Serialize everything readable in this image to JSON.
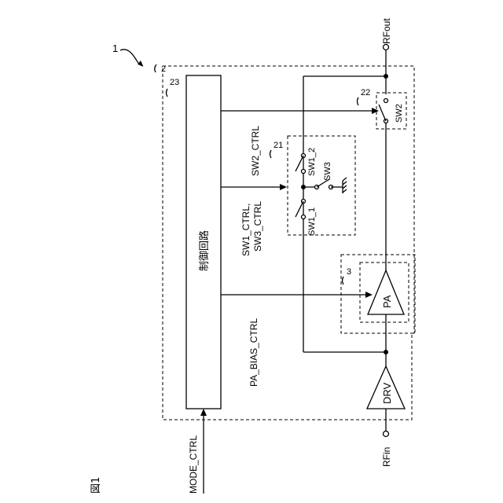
{
  "figure": {
    "number": "図1",
    "reference": "1"
  },
  "module": {
    "reference": "2"
  },
  "control_circuit": {
    "reference": "23",
    "label": "制御回路"
  },
  "switch_sw2": {
    "reference": "22",
    "label": "SW2"
  },
  "switch_group": {
    "reference": "21",
    "sw1_2": "SW1_2",
    "sw1_1": "SW1_1",
    "sw3": "SW3"
  },
  "power_amp": {
    "reference": "3",
    "label": "PA"
  },
  "driver_amp": {
    "label": "DRV"
  },
  "ports": {
    "input": "RFin",
    "output": "RFout"
  },
  "signals": {
    "mode": "MODE_CTRL",
    "pa_bias": "PA_BIAS_CTRL",
    "sw1_sw3_line1": "SW1_CTRL,",
    "sw1_sw3_line2": "SW3_CTRL",
    "sw2": "SW2_CTRL"
  }
}
